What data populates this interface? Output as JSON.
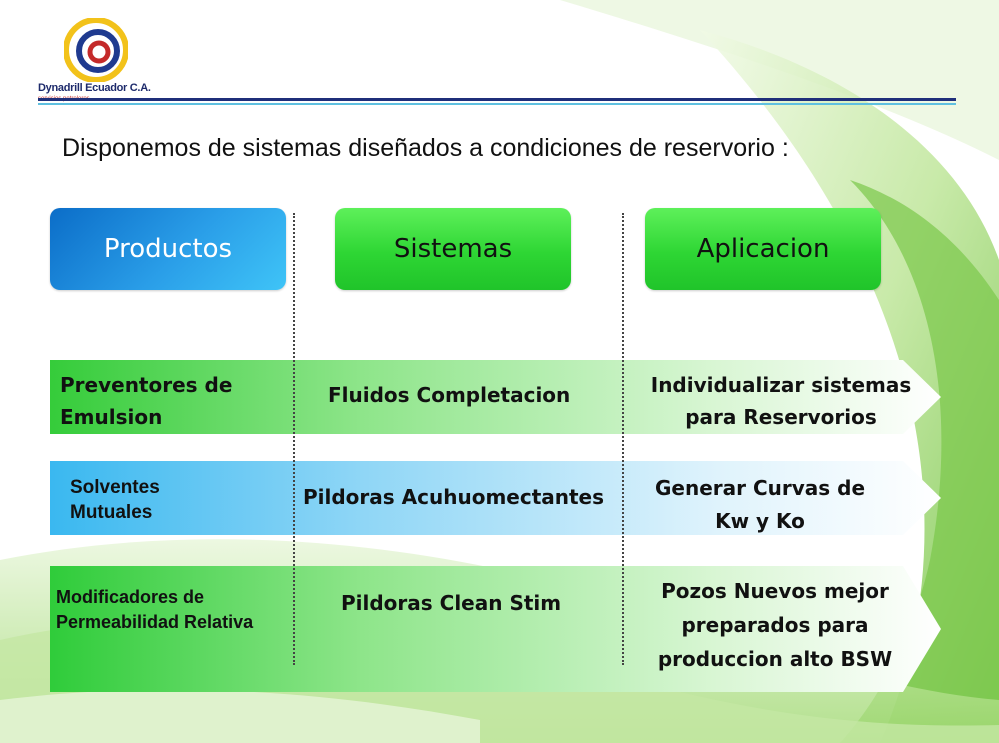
{
  "logo": {
    "company": "Dynadrill Ecuador C.A.",
    "subtitle": "servicios petroleros"
  },
  "heading": "Disponemos de sistemas diseñados a condiciones de reservorio :",
  "columns": [
    "Productos",
    "Sistemas",
    "Aplicacion"
  ],
  "rows": [
    {
      "producto": "Preventores de Emulsion",
      "sistema": "Fluidos Completacion",
      "aplicacion_l1": "Individualizar sistemas",
      "aplicacion_l2": "para Reservorios"
    },
    {
      "producto_l1": "Solventes",
      "producto_l2": "Mutuales",
      "sistema": "Pildoras Acuhuomectantes",
      "aplicacion_l1": "Generar Curvas de",
      "aplicacion_l2": "Kw y Ko"
    },
    {
      "producto_l1": "Modificadores de",
      "producto_l2": "Permeabilidad Relativa",
      "sistema": "Pildoras Clean Stim",
      "aplicacion_l1": "Pozos Nuevos mejor",
      "aplicacion_l2": "preparados para",
      "aplicacion_l3": "produccion alto BSW"
    }
  ],
  "colors": {
    "blue_header": "#1a86d8",
    "green_header": "#2ed634",
    "row1_start": "#35cc3a",
    "row2_start": "#3ab8f0",
    "row3_start": "#2fcc3a"
  }
}
